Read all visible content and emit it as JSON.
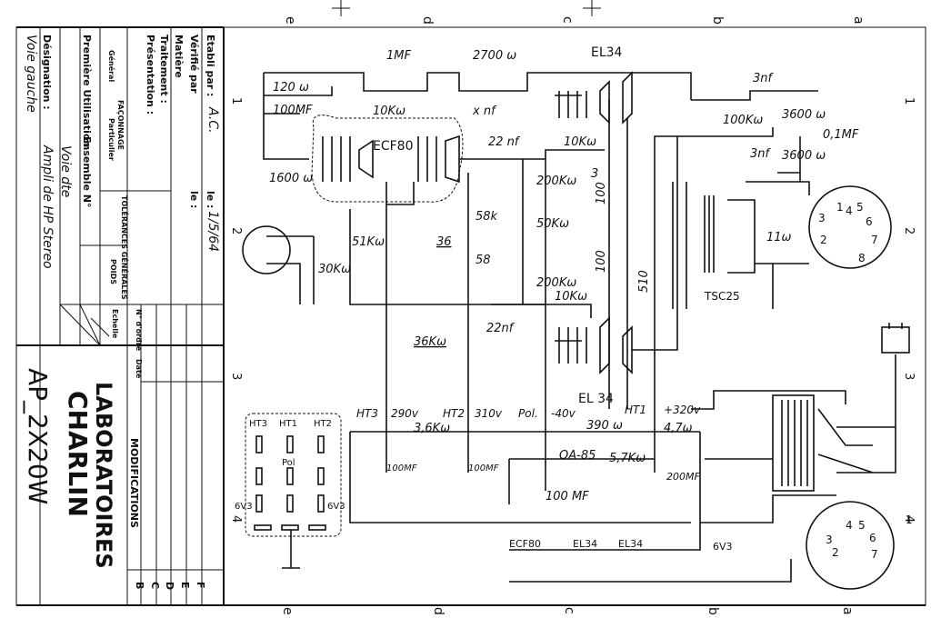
{
  "title_block": {
    "lab_line1": "LABORATOIRES",
    "lab_line2": "CHARLIN",
    "drawing_number": "AP_2X20W",
    "etabli_label": "Etabli par :",
    "etabli_value": "A.C.",
    "etabli_date_label": "le :",
    "etabli_date_value": "1/5/64",
    "verifie_label": "Vérifié par",
    "verifie_date_label": "le :",
    "matiere_label": "Matière",
    "traitement_label": "Traitement :",
    "presentation_label": "Présentation :",
    "faconnage_label": "FAÇONNAGE",
    "general_label": "Général",
    "particulier_label": "Particulier",
    "tolerances_label": "TOLÉRANCES GÉNÉRALES",
    "poids_label": "POIDS",
    "premiere_util_label": "Première Utilisation",
    "ensemble_label": "Ensemble N°",
    "designation_label": "Désignation :",
    "designation_value1": "Ampli de HP Stereo",
    "designation_value2": "Voie gauche",
    "designation_value3": "Voie dte",
    "echelle_label": "Echelle",
    "no_ordre_label": "N° d'ordre",
    "date_label": "Date",
    "modifications_label": "MODIFICATIONS",
    "rev_letters": [
      "B",
      "C",
      "D",
      "E",
      "F"
    ]
  },
  "grid": {
    "top_letters": [
      "e",
      "d",
      "c",
      "b",
      "a"
    ],
    "bottom_letters": [
      "e",
      "d",
      "c",
      "b",
      "a"
    ],
    "left_numbers": [
      "1",
      "2",
      "3",
      "4"
    ],
    "right_numbers": [
      "1",
      "2",
      "3",
      "4"
    ]
  },
  "tubes": {
    "preamp": "ECF80",
    "power_top": "EL34",
    "power_bottom": "EL 34",
    "output_transformer": "TSC25",
    "filament_list": [
      "ECF80",
      "EL34",
      "EL34"
    ]
  },
  "components": {
    "r_120": "120 ω",
    "c_1mf": "1MF",
    "r_10k_top": "10Kω",
    "r_2700": "2700 ω",
    "c_xnf": "x nf",
    "c_100mf_cath": "100MF",
    "r_1600": "1600 ω",
    "c_22nf_top": "22 nf",
    "r_10k_g": "10Kω",
    "r_200k_a": "200Kω",
    "r_100_a": "100",
    "r_3": "3",
    "c_3nf_a": "3nf",
    "r_100k": "100Kω",
    "r_3600_a": "3600 ω",
    "c_01mf": "0,1MF",
    "c_3nf_b": "3nf",
    "r_3600_b": "3600 ω",
    "r_51k": "51Kω",
    "r_58k_a": "58k",
    "r_58_b": "58",
    "r_36_pot": "36",
    "pot_50k": "50Kω",
    "r_200k_b": "200Kω",
    "r_10k_b": "10Kω",
    "r_510": "510",
    "r_100_b": "100",
    "r_11": "11ω",
    "r_30k": "30Kω",
    "r_36k": "36Kω",
    "c_22nf_bot": "22nf",
    "r_36k_ht": "3,6Kω",
    "r_390": "390 ω",
    "r_47": "4,7ω",
    "tube_oa85": "OA-85",
    "r_57k": "5,7Kω",
    "c_100mf_a": "100MF",
    "c_100mf_b": "100MF",
    "c_100mf_c": "100 MF",
    "c_200mf": "200MF"
  },
  "rails": {
    "ht3": "HT3",
    "ht3_v": "290v",
    "ht2": "HT2",
    "ht2_v": "310v",
    "pol": "Pol.",
    "pol_v": "-40v",
    "ht1": "HT1",
    "ht1_v": "+320v",
    "heater": "6V3"
  },
  "socket_legend": {
    "ht3": "HT3",
    "ht1": "HT1",
    "ht2": "HT2",
    "pol": "Pol",
    "left_v": "6V3",
    "right_v": "6V3"
  },
  "pins_out": [
    "1",
    "2",
    "3",
    "4",
    "5",
    "6",
    "7",
    "8"
  ],
  "pins_in": [
    "1",
    "2",
    "3",
    "4",
    "5",
    "6",
    "7"
  ]
}
